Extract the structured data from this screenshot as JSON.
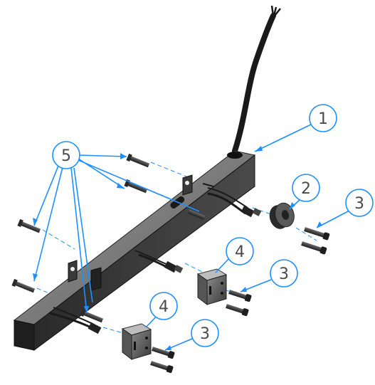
{
  "diagram": {
    "type": "exploded assembly drawing",
    "callout_color": "#1e90ff",
    "part_color": "#2b2b2b",
    "callouts": [
      {
        "id": "c1",
        "label": "1"
      },
      {
        "id": "c2",
        "label": "2"
      },
      {
        "id": "c3a",
        "label": "3"
      },
      {
        "id": "c3b",
        "label": "3"
      },
      {
        "id": "c3c",
        "label": "3"
      },
      {
        "id": "c4a",
        "label": "4"
      },
      {
        "id": "c4b",
        "label": "4"
      },
      {
        "id": "c5",
        "label": "5"
      }
    ]
  }
}
